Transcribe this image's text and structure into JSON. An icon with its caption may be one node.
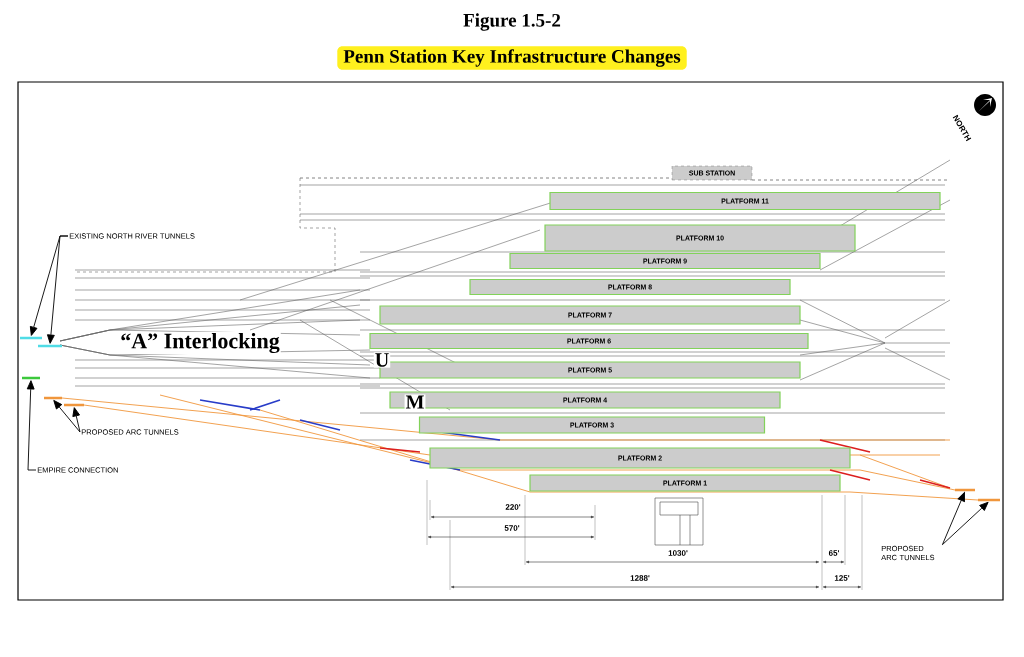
{
  "diagram": {
    "title": "Figure 1.5-2",
    "caption": "Penn Station Key Infrastructure Changes",
    "nodes": [
      {
        "text": [
          "SUB STATION"
        ]
      },
      {
        "text": [
          "PLATFORM 11"
        ]
      },
      {
        "text": [
          "PLATFORM 10"
        ]
      },
      {
        "text": [
          "PLATFORM 9"
        ]
      },
      {
        "text": [
          "PLATFORM 8"
        ]
      },
      {
        "text": [
          "PLATFORM 7"
        ]
      },
      {
        "text": [
          "PLATFORM 6"
        ]
      },
      {
        "text": [
          "PLATFORM 5"
        ]
      },
      {
        "text": [
          "PLATFORM 4"
        ]
      },
      {
        "text": [
          "PLATFORM 3"
        ]
      },
      {
        "text": [
          "PLATFORM 2"
        ]
      },
      {
        "text": [
          "PLATFORM 1"
        ]
      },
      {
        "text": [
          "EXISTING NORTH RIVER TUNNELS"
        ]
      },
      {
        "text": [],
        "shape": "bar"
      },
      {
        "text": [],
        "shape": "bar"
      },
      {
        "text": [],
        "shape": "bar"
      },
      {
        "text": [],
        "shape": "bar"
      },
      {
        "text": [],
        "shape": "bar"
      },
      {
        "text": [
          "PROPOSED ARC TUNNELS"
        ]
      },
      {
        "text": [
          "EMPIRE CONNECTION"
        ]
      },
      {
        "text": [],
        "shape": "bar"
      },
      {
        "text": [],
        "shape": "bar"
      },
      {
        "text": [
          "PROPOSED ARC TUNNELS"
        ]
      }
    ],
    "edges": [
      {
        "from": 12,
        "to": 13,
        "arrow": "to"
      },
      {
        "from": 12,
        "to": 14,
        "arrow": "to"
      },
      {
        "from": 18,
        "to": 16,
        "arrow": "to"
      },
      {
        "from": 18,
        "to": 17,
        "arrow": "to"
      },
      {
        "from": 19,
        "to": 15,
        "arrow": "to"
      },
      {
        "from": 22,
        "to": 20,
        "arrow": "to"
      },
      {
        "from": 22,
        "to": 21,
        "arrow": "to"
      }
    ],
    "labels": [
      "NORTH",
      "“A” Interlocking",
      "U",
      "M",
      "220'",
      "570'",
      "1030'",
      "65'",
      "1288'",
      "125'"
    ]
  }
}
